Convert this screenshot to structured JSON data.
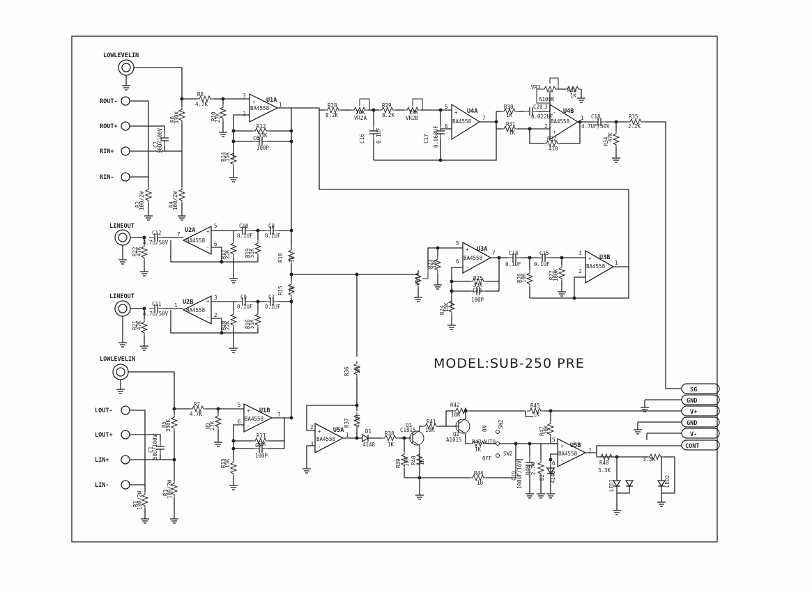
{
  "title": "MODEL:SUB-250 PRE",
  "connectors": {
    "lowlevel_in_1": "LOWLEVELIN",
    "lowlevel_in_2": "LOWLEVELIN",
    "lineout_1": "LINEOUT",
    "lineout_2": "LINEOUT",
    "rout_minus": "ROUT-",
    "rout_plus": "ROUT+",
    "rin_plus": "RIN+",
    "rin_minus": "RIN-",
    "lout_minus": "LOUT-",
    "lout_plus": "LOUT+",
    "lin_plus": "LIN+",
    "lin_minus": "LIN-"
  },
  "right_terminals": [
    "SG",
    "GND",
    "V+",
    "GND",
    "V-",
    "CONT"
  ],
  "opamps": {
    "u1a": {
      "name": "U1A",
      "part": "BA4558"
    },
    "u1b": {
      "name": "U1B",
      "part": "BA4558"
    },
    "u2a": {
      "name": "U2A",
      "part": "BA4558"
    },
    "u2b": {
      "name": "U2B",
      "part": "BA4558"
    },
    "u3a": {
      "name": "U3A",
      "part": "BA4558"
    },
    "u3b": {
      "name": "U3B",
      "part": "BA4558"
    },
    "u4a": {
      "name": "U4A",
      "part": "BA4558"
    },
    "u4b": {
      "name": "U4B",
      "part": "BA4558"
    },
    "u5a": {
      "name": "U5A",
      "part": "BA4558"
    },
    "u5b": {
      "name": "U5B",
      "part": "BA4558"
    }
  },
  "labels": {
    "r8": "R8",
    "r8v": "4.7K",
    "r6": "R6",
    "r6v": "330K",
    "r10": "R10",
    "r10v": "27K",
    "r12": "R12",
    "r12v": "33K",
    "c6": "C6",
    "c6v": "100P",
    "r14": "R14",
    "r14v": "15K",
    "c2": "C2",
    "c2v": "50U/100V",
    "r2": "R2",
    "r2v": "100/2W",
    "r4": "R4",
    "r4v": "100/2W",
    "c12": "C12",
    "c12v": "4.7U/50V",
    "r22": "R22",
    "r22v": "47K",
    "c10": "C10",
    "c10v": "0.1UF",
    "c8": "C8",
    "c8v": "0.1UF",
    "r17": "R17",
    "r17v": "22K",
    "r19": "R19",
    "r19v": "51K",
    "r18": "R18",
    "r18v": "1K",
    "r15": "R15",
    "r15v": "1K",
    "c11": "C11",
    "c11v": "4.7U/50V",
    "r21": "R21",
    "r21v": "47K",
    "c9": "C9",
    "c9v": "0.1UF",
    "c7": "C7",
    "c7v": "0.1UF",
    "r20": "R20",
    "r20v": "22K",
    "r16": "R16",
    "r16v": "51K",
    "r28": "R28",
    "r28v": "8.2K",
    "vr2a": "VR2A",
    "vr2av": "20K",
    "r29": "R29",
    "r29v": "8.2K",
    "vr2b": "VR2B",
    "vr2bv": "20K",
    "c16": "C16",
    "c16v": "0.1UF",
    "c17": "C17",
    "c17v": "0.068UF",
    "r30": "R30",
    "r30v": "1K",
    "c20": "C20",
    "c20v": "0.022UF",
    "r31": "R31",
    "r31v": "1K",
    "vr3": "VR3",
    "vr3v": "A100K",
    "r33": "R33",
    "r33v": "1K",
    "r32": "R32",
    "r32v": "410",
    "c18": "C18",
    "c18v": "4.7UF/50V",
    "r35": "R35",
    "r35v": "2.2K",
    "r34": "R34",
    "r34v": "47K",
    "vr1": "VR1",
    "r23": "R23",
    "r23v": "33K",
    "r25": "R25",
    "r25v": "33K",
    "c13": "C13",
    "c13v": "100P",
    "r24": "R24",
    "r24v": "15K",
    "c14": "C14",
    "c14v": "0.1UF",
    "c15": "C15",
    "c15v": "0.1UF",
    "r26": "R26",
    "r26v": "10K",
    "r27": "R27",
    "r27v": "180K",
    "r7": "R7",
    "r7v": "4.7K",
    "r5": "R5",
    "r5v": "330K",
    "r9": "R9",
    "r9v": "27K",
    "r11": "R11",
    "r11v": "33K",
    "c5": "C5",
    "c5v": "100P",
    "r13": "R13",
    "r13v": "15K",
    "c1": "C1",
    "c1v": "50U/100V",
    "r1": "R1",
    "r1v": "100/2W",
    "r3": "R3",
    "r3v": "100/2W",
    "r36": "R36",
    "r36v": "2M",
    "r37": "R37",
    "r37v": "4.7M",
    "d1": "D1",
    "d1v": "4148",
    "r38": "R38",
    "r38v": "1K",
    "q1": "Q1",
    "q1v": "C1815",
    "r39": "R39",
    "r39v": "15K",
    "r40": "R40",
    "r40v": "1K",
    "r41": "R41",
    "r41v": "10K",
    "r42": "R42",
    "r42v": "10K",
    "q2": "Q2",
    "q2v": "A1015",
    "r43": "R43",
    "r43v": "1K",
    "auto": "AUTO",
    "on": "ON",
    "off": "OFF",
    "sw2a": "SW2",
    "sw2b": "SW2",
    "r44": "R44",
    "r44v": "10",
    "c19": "C19",
    "c19v": "100UF/16V",
    "r46": "R46",
    "r46v": "2.7K",
    "d2": "D2",
    "d2v": "4148",
    "r45": "R45",
    "r45v": "1K",
    "r47": "R47",
    "r47v": "10K",
    "r48": "R48",
    "r48v": "3.3K",
    "r49v": "3.3K",
    "led1": "LED1",
    "led2": "LED2"
  }
}
